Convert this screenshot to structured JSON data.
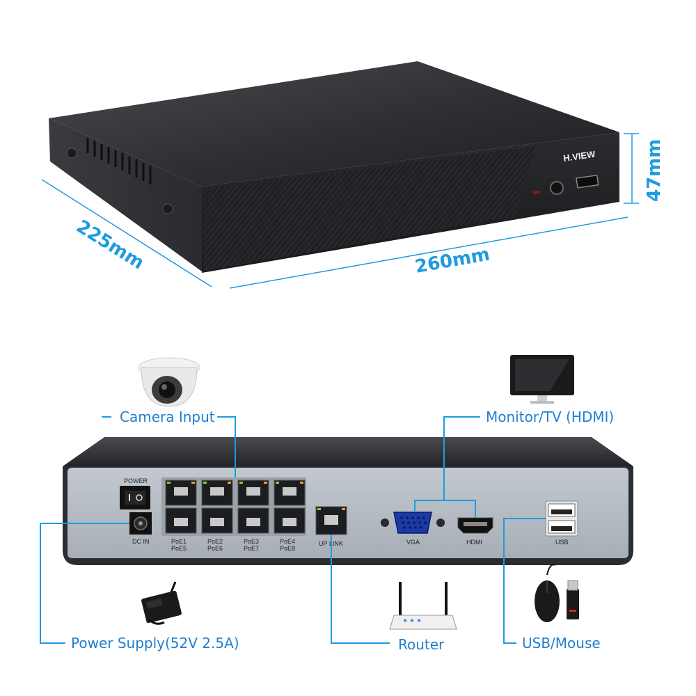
{
  "brand": "H.VIEW",
  "dimensions": {
    "depth": "225mm",
    "width": "260mm",
    "height": "47mm"
  },
  "rear_panel": {
    "power_label": "POWER",
    "dcin_label": "DC IN",
    "poe_labels": [
      {
        "top": "PoE1",
        "bottom": "PoE5"
      },
      {
        "top": "PoE2",
        "bottom": "PoE6"
      },
      {
        "top": "PoE3",
        "bottom": "PoE7"
      },
      {
        "top": "PoE4",
        "bottom": "PoE8"
      }
    ],
    "uplink_label": "UP LINK",
    "vga_label": "VGA",
    "hdmi_label": "HDMI",
    "usb_label": "USB"
  },
  "callouts": {
    "camera": "Camera Input",
    "monitor": "Monitor/TV (HDMI)",
    "power": "Power Supply(52V 2.5A)",
    "router": "Router",
    "usb": "USB/Mouse"
  },
  "colors": {
    "accent": "#1e9be0",
    "device_body": "#2c2d30",
    "rear_panel": "#b6bcc4"
  }
}
